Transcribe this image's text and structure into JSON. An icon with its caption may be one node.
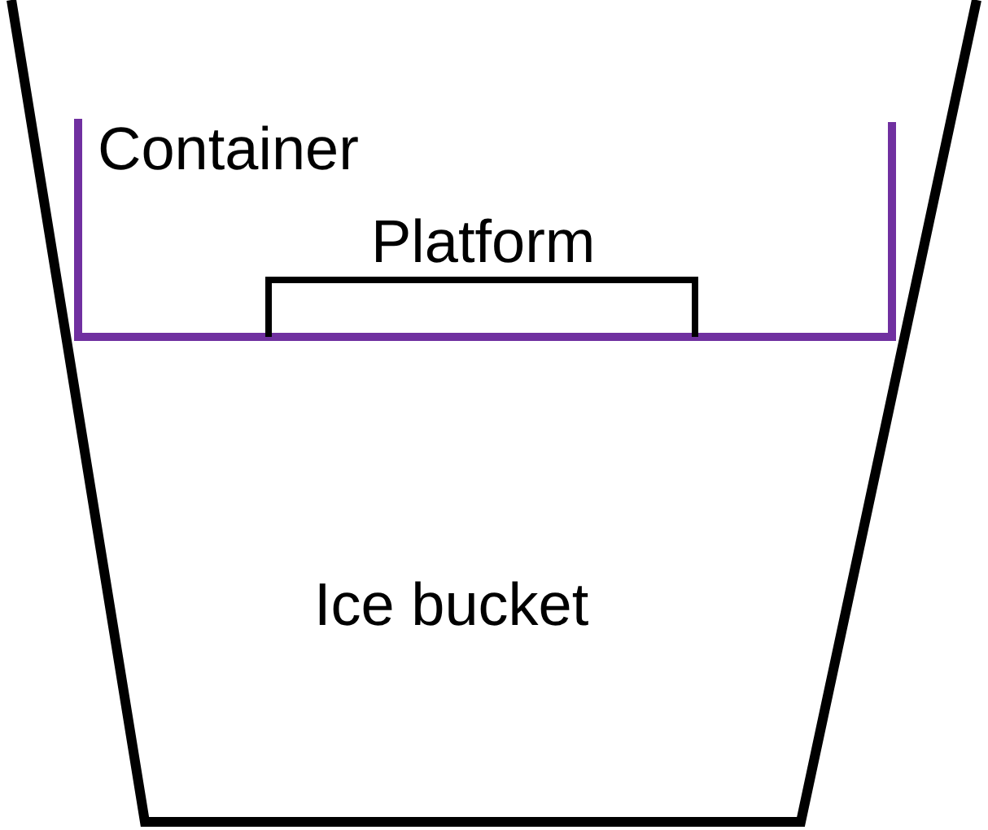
{
  "diagram": {
    "nodes": [
      {
        "text": [
          "Ice bucket"
        ]
      },
      {
        "text": [
          "Container"
        ],
        "in": 0
      },
      {
        "text": [
          "Platform"
        ],
        "in": 1
      }
    ]
  }
}
